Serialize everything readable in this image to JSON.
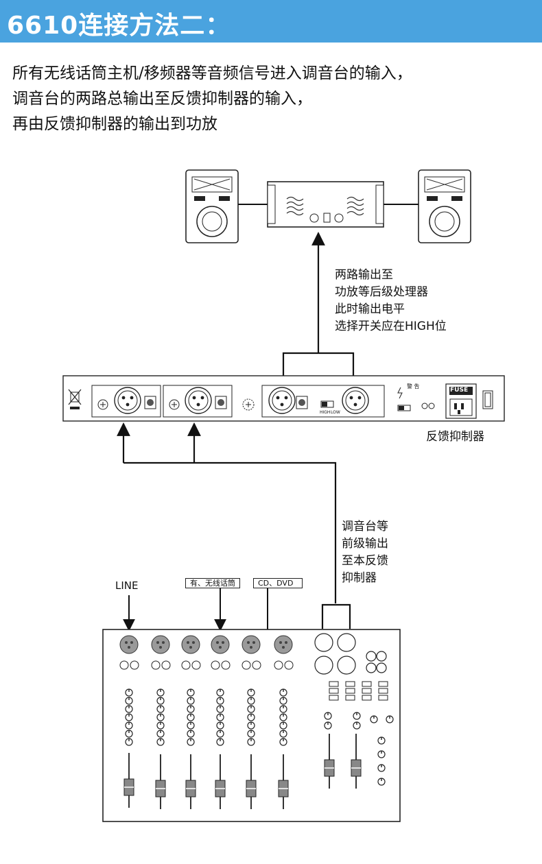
{
  "header": {
    "title": "6610连接方法二："
  },
  "intro": {
    "lines": [
      "所有无线话筒主机/移频器等音频信号进入调音台的输入，",
      "调音台的两路总输出至反馈抑制器的输入，",
      "再由反馈抑制器的输出到功放"
    ]
  },
  "notes": {
    "amp_note": [
      "两路输出至",
      "功放等后级处理器",
      "此时输出电平",
      "选择开关应在HIGH位"
    ],
    "mixer_note": [
      "调音台等",
      "前级输出",
      "至本反馈",
      "抑制器"
    ]
  },
  "labels": {
    "suppressor": "反馈抑制器",
    "line": "LINE",
    "mic": "有、无线话筒",
    "cd": "CD、DVD",
    "fuse": "FUSE",
    "warning": "警 告",
    "level_high": "HIGH",
    "level_low": "LOW"
  },
  "colors": {
    "banner": "#4aa3df",
    "line": "#111111",
    "knob": "#9a9a9a"
  }
}
